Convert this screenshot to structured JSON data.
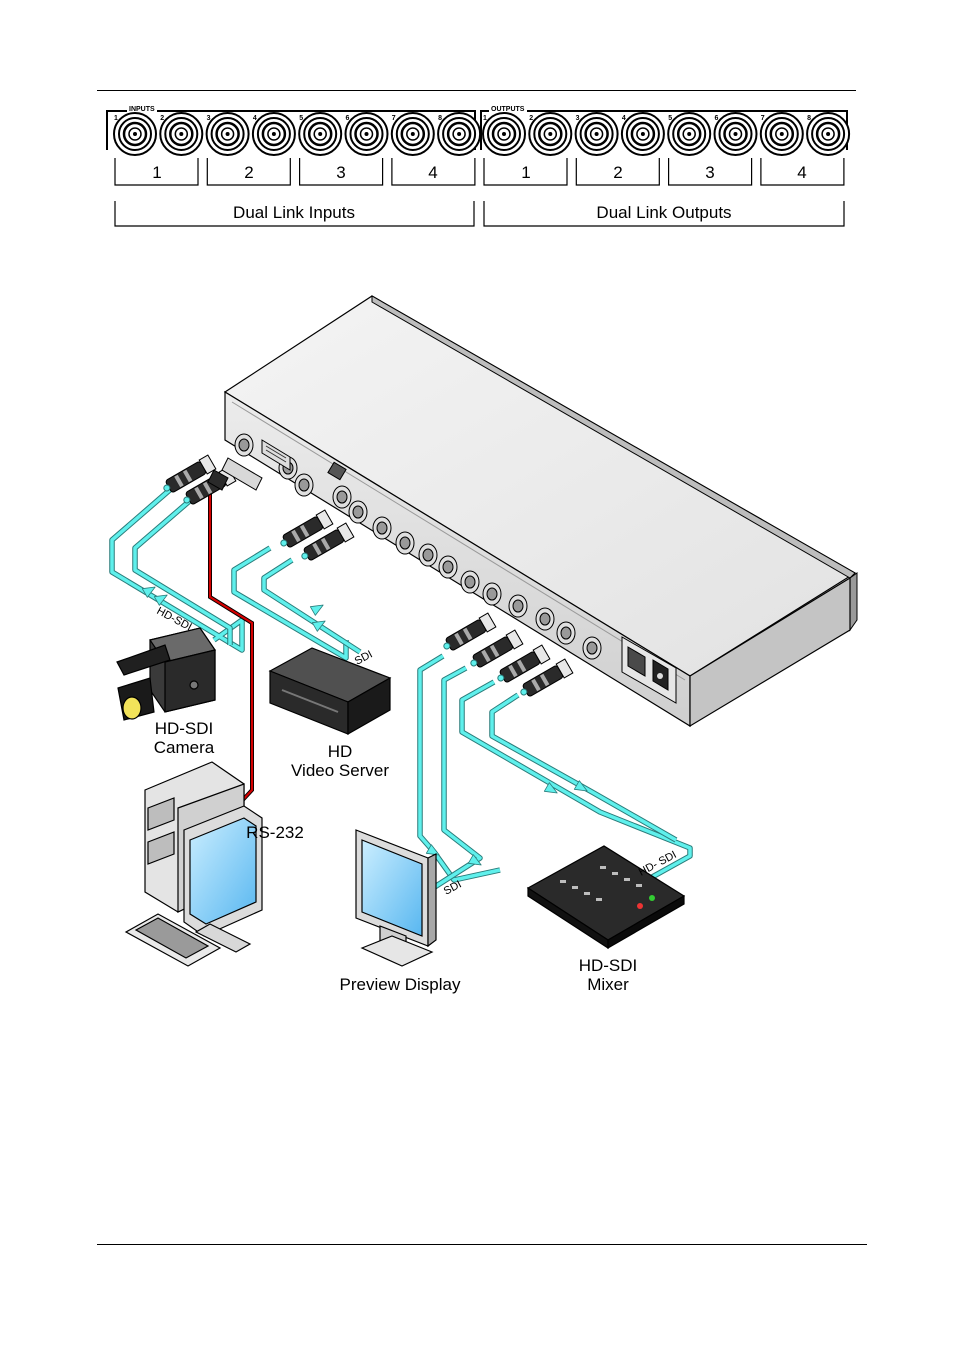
{
  "rear_panel": {
    "inputs_title": "INPUTS",
    "outputs_title": "OUTPUTS",
    "input_connector_numbers": [
      "1",
      "2",
      "3",
      "4",
      "5",
      "6",
      "7",
      "8"
    ],
    "output_connector_numbers": [
      "1",
      "2",
      "3",
      "4",
      "5",
      "6",
      "7",
      "8"
    ],
    "input_group_numbers": [
      "1",
      "2",
      "3",
      "4"
    ],
    "output_group_numbers": [
      "1",
      "2",
      "3",
      "4"
    ],
    "dual_link_inputs": "Dual Link Inputs",
    "dual_link_outputs": "Dual Link Outputs"
  },
  "connection_diagram": {
    "cable_color": "#5ff0ec",
    "rs232_cable_color": "#d40000",
    "cable_labels": {
      "camera_cable": "HD-SDI",
      "server_cable": "SDI",
      "display_cable": "SDI",
      "mixer_cable": "HD- SDI"
    },
    "devices": {
      "camera_line1": "HD-SDI",
      "camera_line2": "Camera",
      "server_line1": "HD",
      "server_line2": "Video Server",
      "pc_label": "RS-232",
      "display_label": "Preview Display",
      "mixer_line1": "HD-SDI",
      "mixer_line2": "Mixer"
    }
  }
}
